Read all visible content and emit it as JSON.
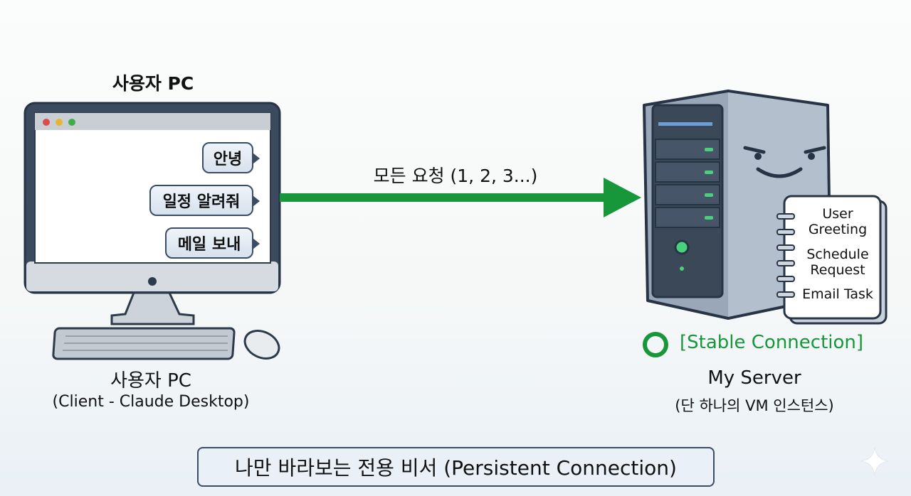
{
  "client": {
    "top_title": "사용자 PC",
    "label": "사용자 PC",
    "sublabel": "(Client - Claude Desktop)",
    "messages": [
      "안녕",
      "일정 알려줘",
      "메일 보내"
    ]
  },
  "arrow": {
    "label": "모든 요청 (1, 2, 3...)",
    "color": "#17973a"
  },
  "server": {
    "label": "My Server",
    "sublabel": "(단 하나의 VM 인스턴스)",
    "notebook": [
      "User Greeting",
      "Schedule Request",
      "Email Task"
    ],
    "status": "[Stable Connection]",
    "status_color": "#17973a"
  },
  "footer": {
    "caption": "나만 바라보는 전용 비서 (Persistent Connection)"
  }
}
